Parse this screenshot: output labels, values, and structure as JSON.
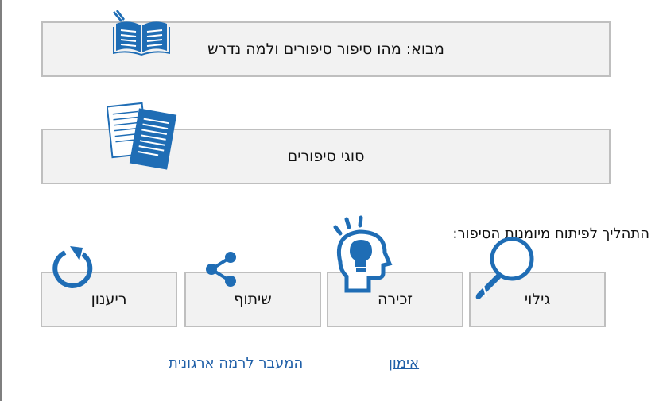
{
  "sections": {
    "intro_label": "מבוא: מהו סיפור סיפורים ולמה נדרש",
    "types_label": "סוגי סיפורים"
  },
  "process": {
    "heading": "התהליך לפיתוח מיומנות הסיפור:",
    "steps": [
      {
        "label": "גילוי",
        "icon": "magnifier-icon"
      },
      {
        "label": "זכירה",
        "icon": "head-lightbulb-icon"
      },
      {
        "label": "שיתוף",
        "icon": "share-icon"
      },
      {
        "label": "ריענון",
        "icon": "refresh-icon"
      }
    ]
  },
  "links": {
    "training": "אימון",
    "org_level": "המעבר לרמה ארגונית"
  },
  "colors": {
    "icon_blue": "#1f6db5",
    "box_fill": "#f2f2f2",
    "box_border": "#bfbfbf",
    "link": "#1f5fa8"
  }
}
